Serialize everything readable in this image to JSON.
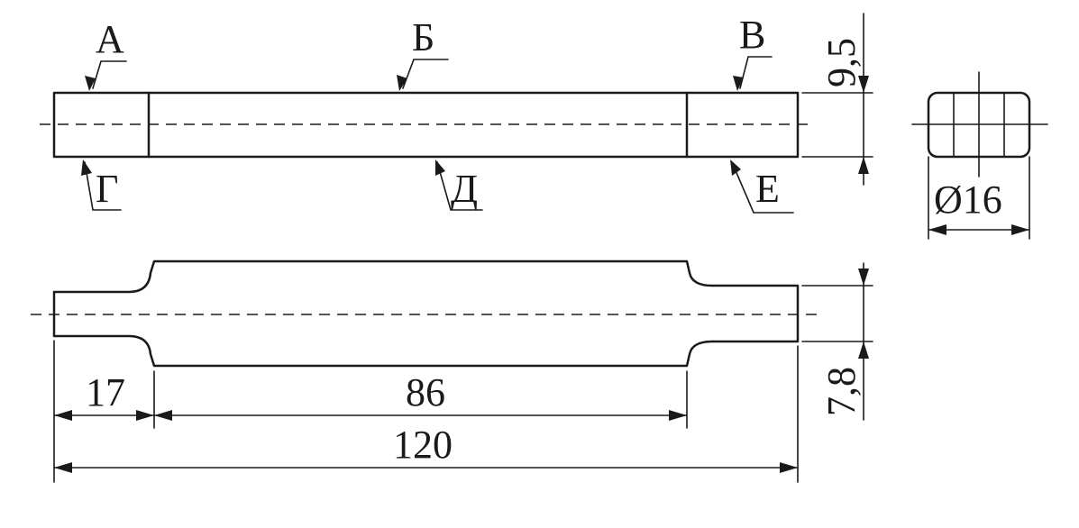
{
  "labels": {
    "a": "А",
    "b": "Б",
    "v": "В",
    "g": "Г",
    "d": "Д",
    "e": "Е"
  },
  "dimensions": {
    "top_height": "9,5",
    "bottom_height": "7,8",
    "diameter": "Ø16",
    "grip_length": "17",
    "gauge_length": "86",
    "total_length": "120"
  }
}
